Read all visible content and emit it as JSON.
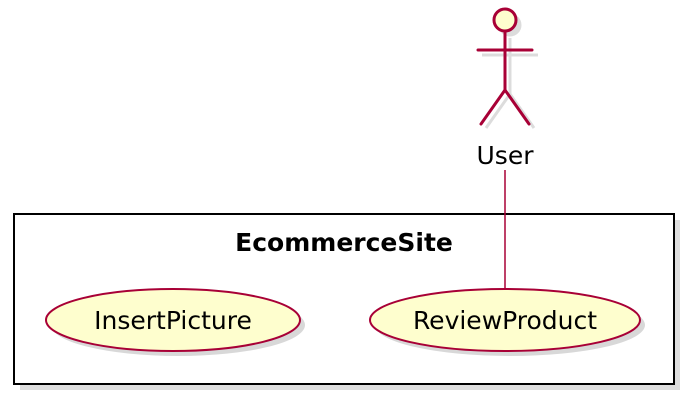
{
  "diagram": {
    "type": "uml-use-case",
    "system": {
      "title": "EcommerceSite"
    },
    "actors": [
      {
        "id": "user",
        "label": "User"
      }
    ],
    "use_cases": [
      {
        "id": "insert-picture",
        "label": "InsertPicture"
      },
      {
        "id": "review-product",
        "label": "ReviewProduct"
      }
    ],
    "associations": [
      {
        "from": "user",
        "to": "review-product"
      }
    ]
  },
  "colors": {
    "actor_fill": "#FEFECE",
    "actor_stroke": "#A80036",
    "usecase_fill": "#FEFECE",
    "usecase_stroke": "#A80036",
    "system_stroke": "#000000",
    "connector": "#A80036",
    "shadow": "#C8C8C8"
  }
}
